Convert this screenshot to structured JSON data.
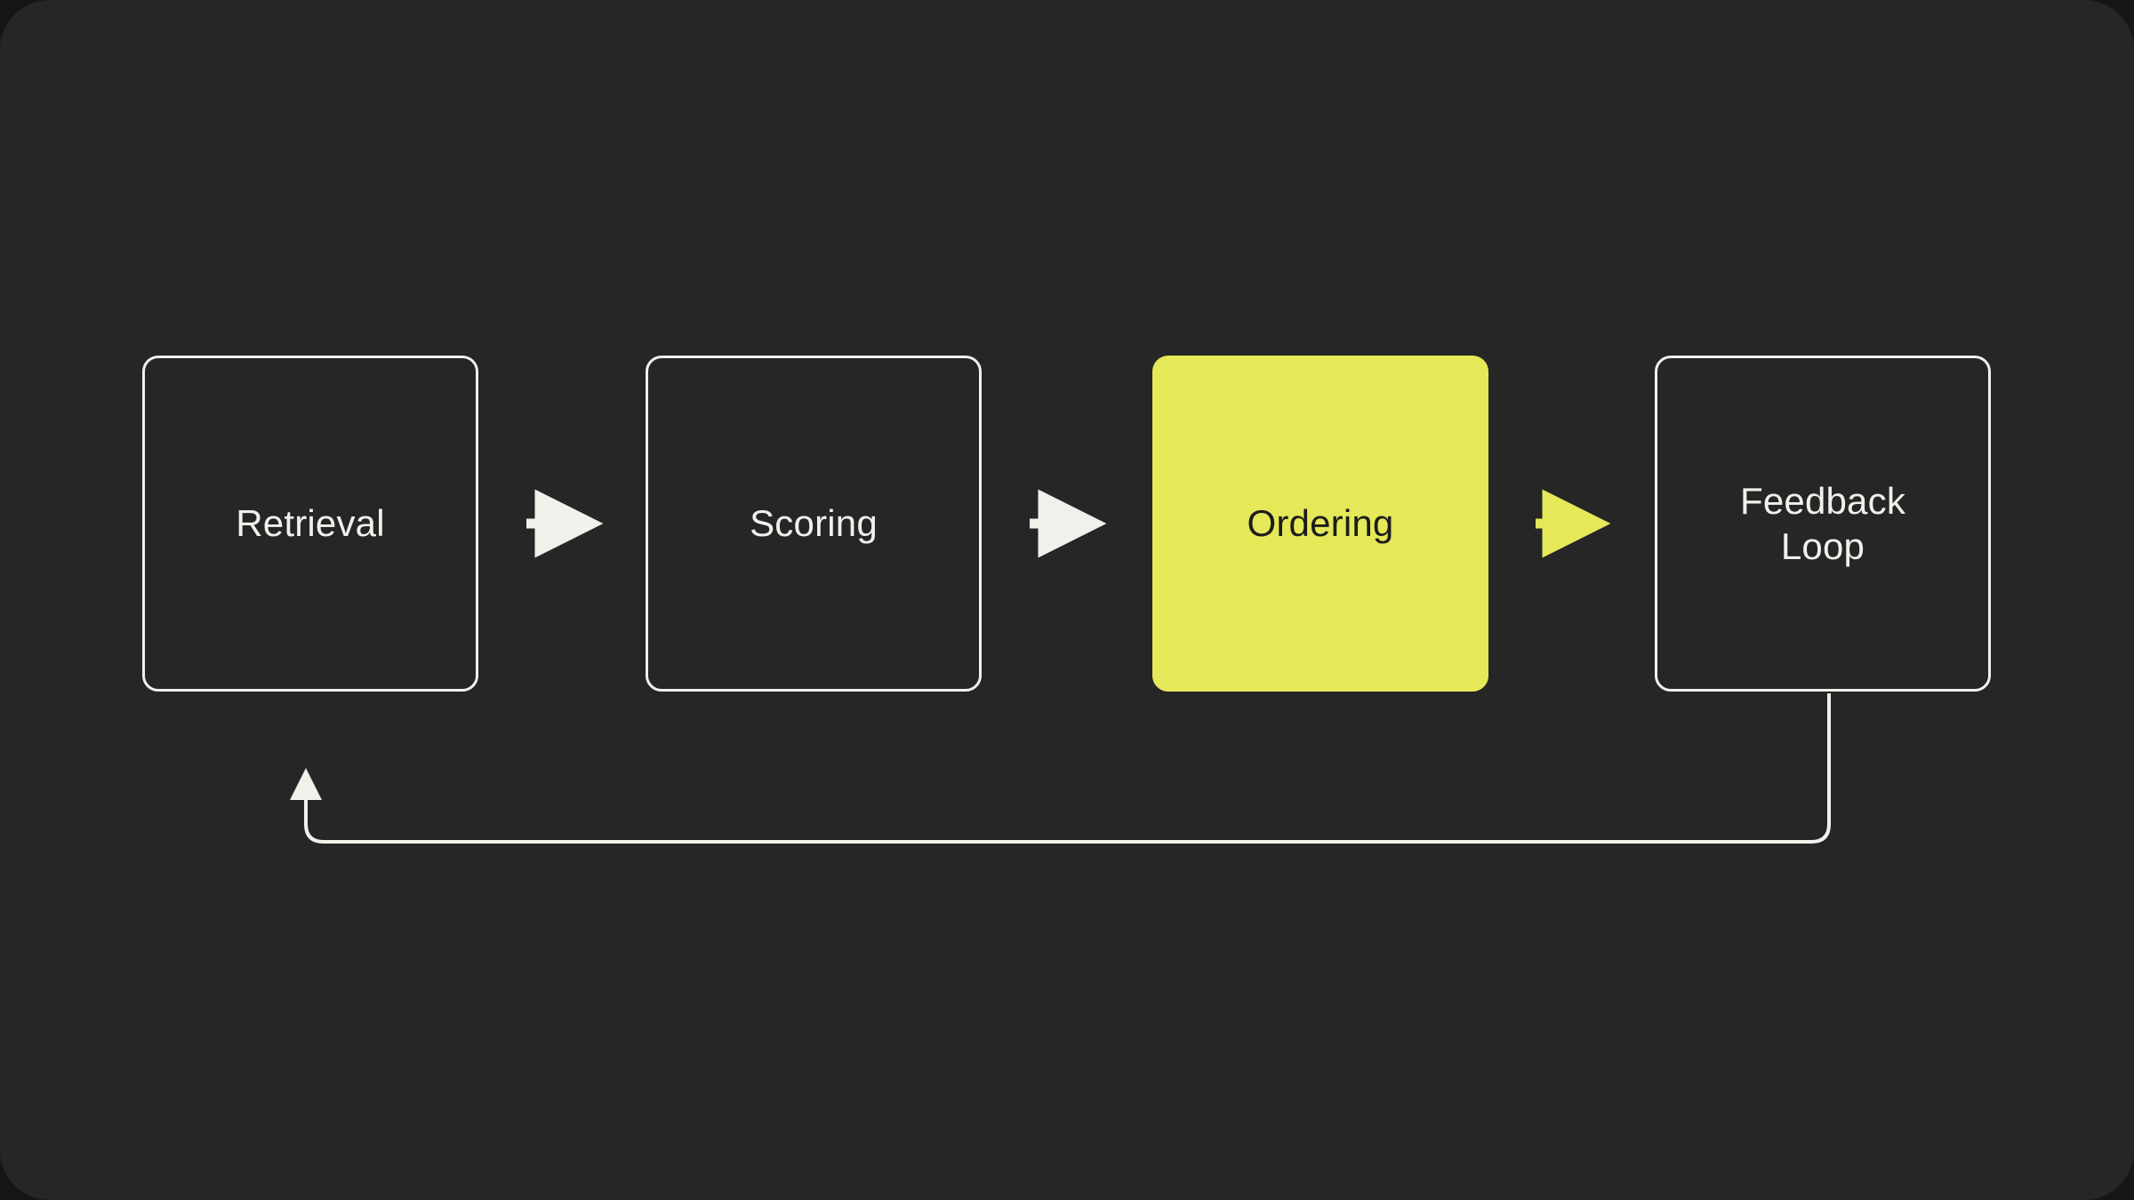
{
  "diagram": {
    "title": "Retrieval pipeline flow with feedback loop",
    "background_color": "#262626",
    "accent_color": "#E5E858",
    "line_color": "#F2F0EB",
    "nodes": [
      {
        "id": "retrieval",
        "label": "Retrieval",
        "style": "outline"
      },
      {
        "id": "scoring",
        "label": "Scoring",
        "style": "outline"
      },
      {
        "id": "ordering",
        "label": "Ordering",
        "style": "filled"
      },
      {
        "id": "feedback-loop",
        "label": "Feedback\nLoop",
        "style": "outline"
      }
    ],
    "connectors": [
      {
        "id": "retrieval-to-scoring",
        "from": "retrieval",
        "to": "scoring",
        "color": "#F2F0EB",
        "kind": "arrow"
      },
      {
        "id": "scoring-to-ordering",
        "from": "scoring",
        "to": "ordering",
        "color": "#F2F0EB",
        "kind": "arrow"
      },
      {
        "id": "ordering-to-feedback-loop",
        "from": "ordering",
        "to": "feedback-loop",
        "color": "#E5E858",
        "kind": "arrow"
      },
      {
        "id": "feedback-loop-to-retrieval",
        "from": "feedback-loop",
        "to": "retrieval",
        "color": "#F2F0EB",
        "kind": "elbow-return-arrow"
      }
    ]
  }
}
